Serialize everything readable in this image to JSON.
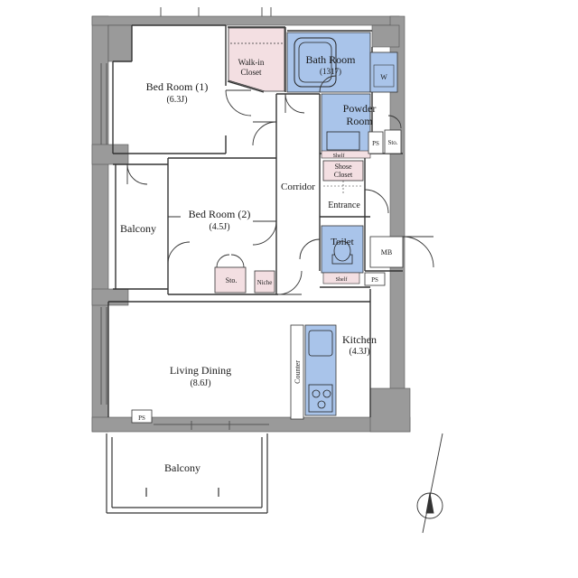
{
  "rooms": {
    "bedroom1": {
      "name": "Bed Room (1)",
      "size": "(6.3J)"
    },
    "bedroom2": {
      "name": "Bed Room (2)",
      "size": "(4.5J)"
    },
    "bath": {
      "name": "Bath Room",
      "size": "(1317)"
    },
    "walkin": {
      "line1": "Walk-in",
      "line2": "Closet"
    },
    "powder": {
      "line1": "Powder",
      "line2": "Room"
    },
    "corridor": "Corridor",
    "shoe": {
      "line1": "Shose",
      "line2": "Closet"
    },
    "entrance": "Entrance",
    "toilet": "Toilet",
    "balcony_side": "Balcony",
    "living": {
      "name": "Living Dining",
      "size": "(8.6J)"
    },
    "kitchen": {
      "name": "Kitchen",
      "size": "(4.3J)"
    },
    "counter": "Counter",
    "balcony_bottom": "Balcony"
  },
  "small_labels": {
    "w": "W",
    "ps_powder": "PS",
    "sto_powder": "Sto.",
    "shelf_powder": "Shelf",
    "mb": "MB",
    "ps_toilet": "PS",
    "shelf_toilet": "Shelf",
    "sto_bed2": "Sto.",
    "niche": "Niche",
    "ps_living": "PS"
  },
  "colors": {
    "wall": "#9a9a9a",
    "wet_area": "#a9c4ea",
    "closet": "#f3dfe2",
    "line": "#333333"
  }
}
